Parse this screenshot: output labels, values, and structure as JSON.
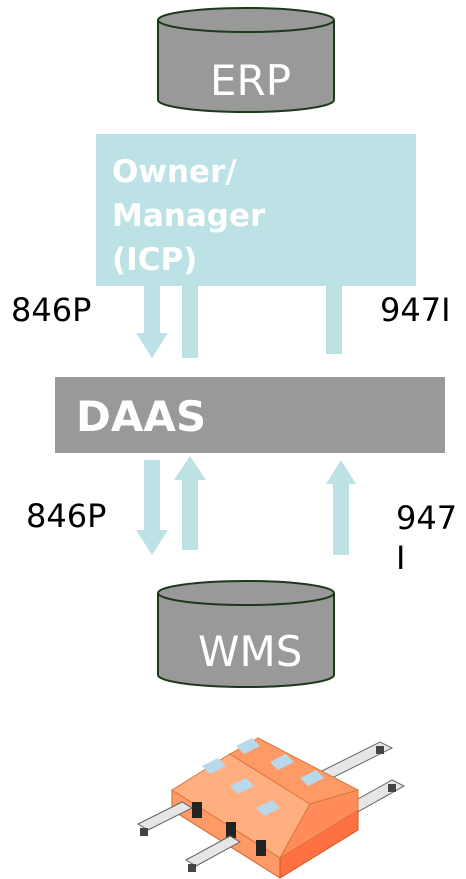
{
  "nodes": {
    "erp": {
      "label": "ERP"
    },
    "owner": {
      "line1": "Owner/",
      "line2": "Manager",
      "line3": "(ICP)"
    },
    "daas": {
      "label": "DAAS"
    },
    "wms": {
      "label": "WMS"
    }
  },
  "edge_labels": {
    "upper_left": "846P",
    "upper_right": "947I",
    "lower_left": "846P",
    "lower_right_line1": "947",
    "lower_right_line2": "I"
  },
  "colors": {
    "cylinder_fill": "#999999",
    "owner_fill": "#bde2e6",
    "daas_fill": "#999999",
    "arrow_fill": "#bde2e6",
    "warehouse_roof": "#ff9966"
  },
  "icons": {
    "warehouse": "warehouse-icon"
  }
}
